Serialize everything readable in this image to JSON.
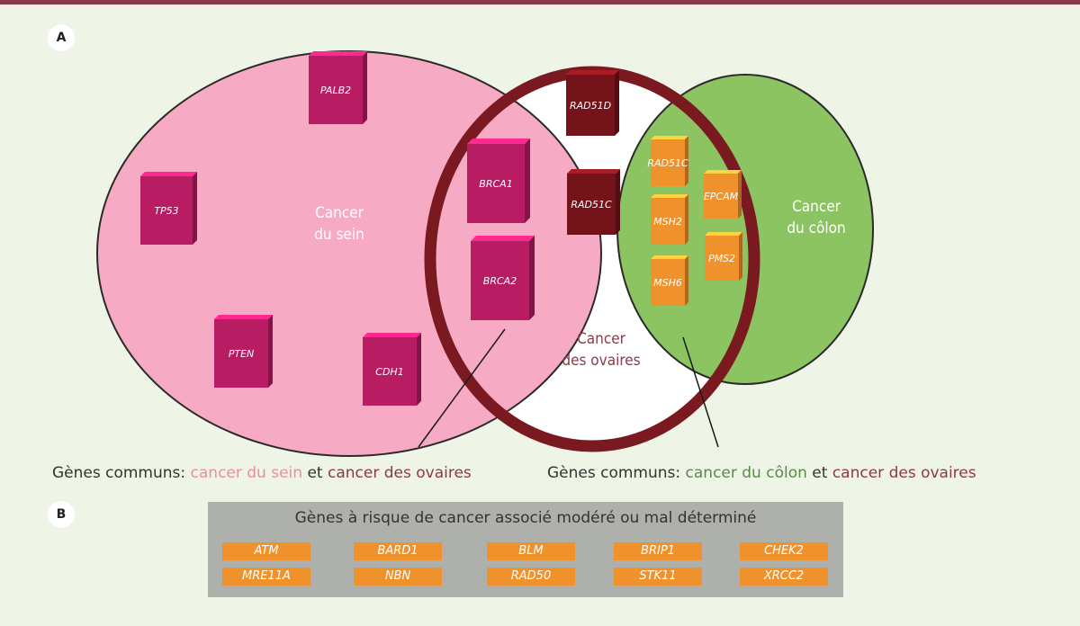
{
  "panel_labels": {
    "a": "A",
    "b": "B"
  },
  "colors": {
    "breast_circle": "#f7aac4",
    "ovary_ring": "#7a1a20",
    "colon_circle": "#8cc462",
    "breast_book": "#b81c63",
    "ovary_book": "#74141a",
    "colon_book": "#f0922b",
    "panel_b_bg": "#aeb0ab"
  },
  "regions": {
    "breast": "Cancer du sein",
    "ovary": "Cancer des ovaires",
    "colon": "Cancer du côlon"
  },
  "genes": {
    "breast_only": [
      "PALB2",
      "TP53",
      "PTEN",
      "CDH1"
    ],
    "breast_ovary": [
      "BRCA1",
      "BRCA2"
    ],
    "ovary_only": [
      "RAD51D",
      "RAD51C"
    ],
    "colon_ovary": [
      "RAD51C",
      "MSH2",
      "MSH6",
      "EPCAM",
      "PMS2"
    ]
  },
  "legend": {
    "left": {
      "prefix": "Gènes communs: ",
      "part1": "cancer du sein",
      "middle": " et ",
      "part2": "cancer des ovaires"
    },
    "right": {
      "prefix": "Gènes communs: ",
      "part1": "cancer du côlon",
      "middle": " et ",
      "part2": "cancer des ovaires"
    }
  },
  "panel_b": {
    "title": "Gènes à risque de cancer associé modéré ou mal déterminé",
    "genes": [
      "ATM",
      "BARD1",
      "BLM",
      "BRIP1",
      "CHEK2",
      "MRE11A",
      "NBN",
      "RAD50",
      "STK11",
      "XRCC2"
    ]
  }
}
